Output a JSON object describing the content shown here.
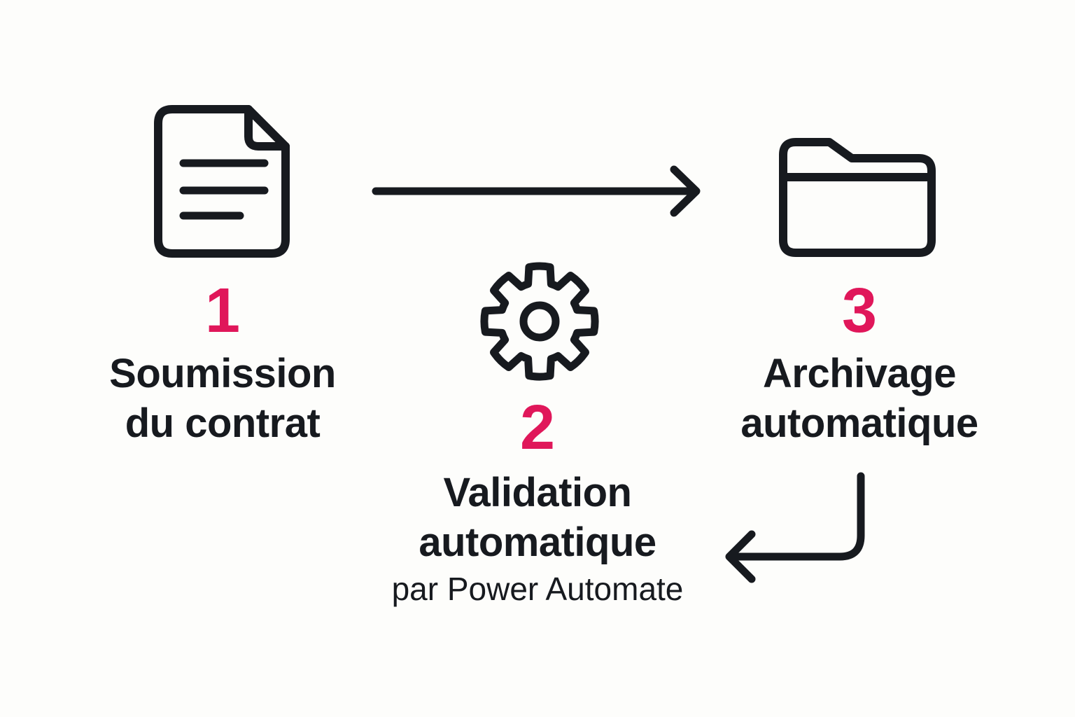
{
  "colors": {
    "background": "#fdfdfb",
    "ink": "#171a1f",
    "accent": "#e0175a"
  },
  "diagram": {
    "type": "workflow",
    "steps": [
      {
        "number": "1",
        "icon": "document-icon",
        "label_lines": [
          "Soumission",
          "du contrat"
        ]
      },
      {
        "number": "2",
        "icon": "gear-icon",
        "label_lines": [
          "Validation",
          "automatique"
        ],
        "sublabel": "par Power Automate"
      },
      {
        "number": "3",
        "icon": "folder-icon",
        "label_lines": [
          "Archivage",
          "automatique"
        ]
      }
    ],
    "connectors": [
      {
        "name": "arrow-step1-to-step3",
        "type": "horizontal-right-arrow"
      },
      {
        "name": "arrow-step3-loopback",
        "type": "elbow-left-arrow"
      }
    ]
  }
}
